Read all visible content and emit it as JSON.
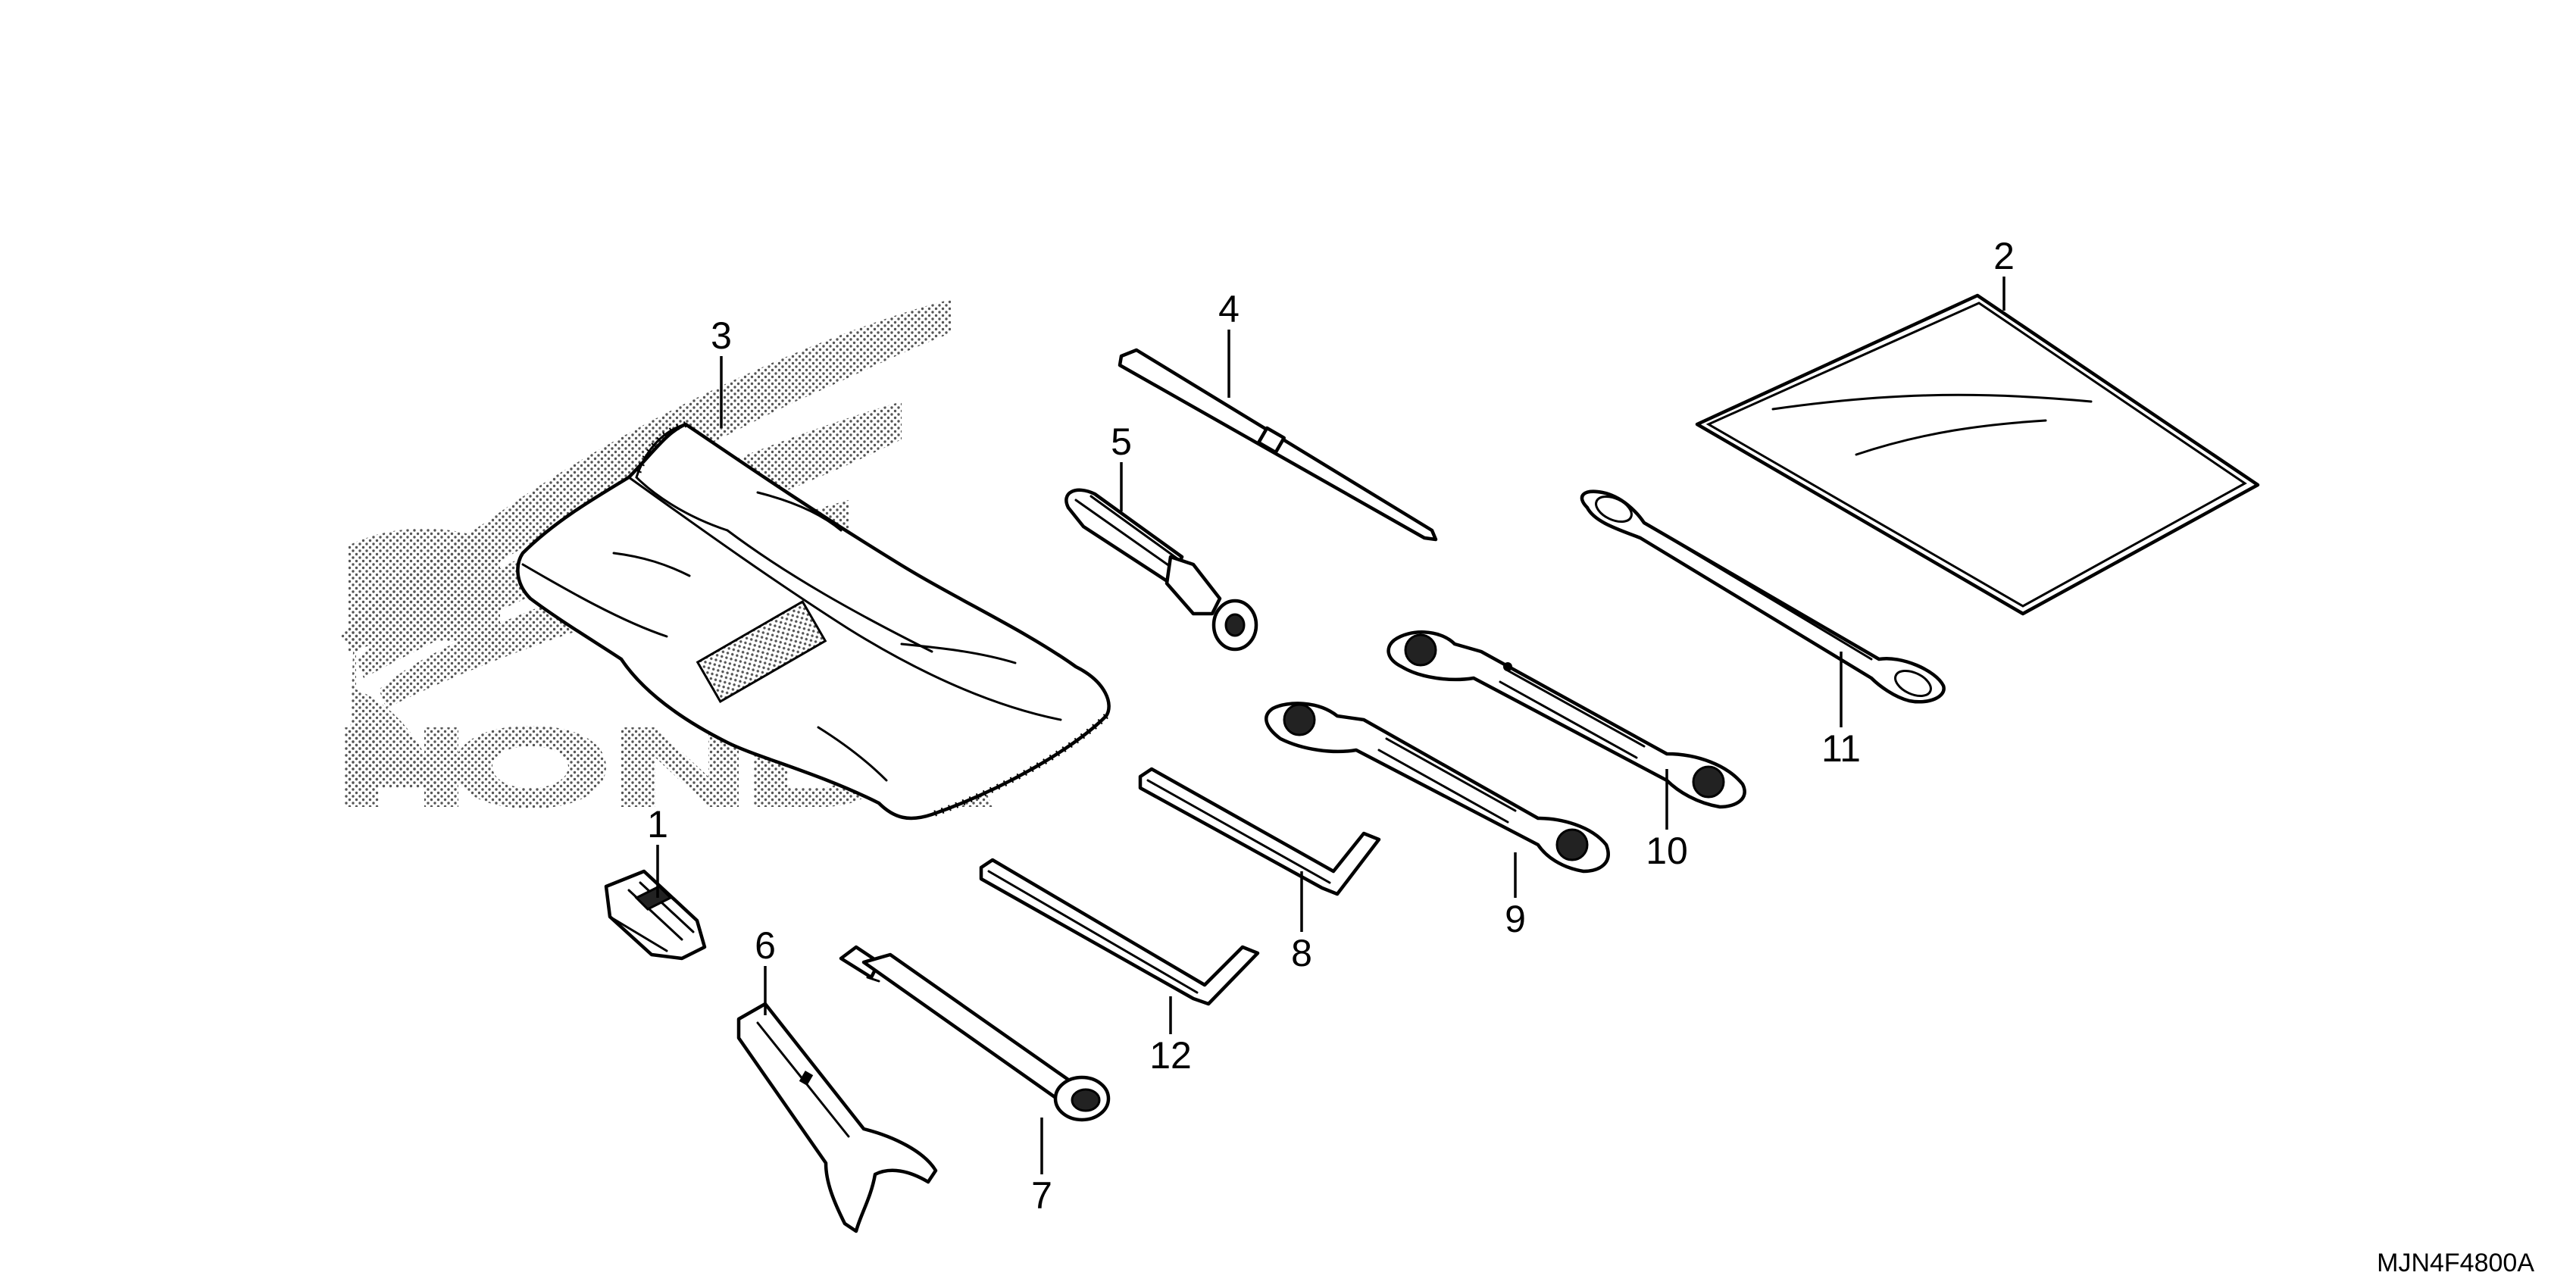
{
  "diagram_code": "MJN4F4800A",
  "callouts": [
    "1",
    "2",
    "3",
    "4",
    "5",
    "6",
    "7",
    "8",
    "9",
    "10",
    "11",
    "12"
  ],
  "watermark": {
    "logo_icon": "honda-wing-logo-icon",
    "logo_text": "HONDA"
  },
  "icons": {
    "1": "tool-clip-icon",
    "2": "tool-bag-plastic-sheet-icon",
    "3": "tool-roll-pouch-icon",
    "4": "screwdriver-icon",
    "5": "screwdriver-handle-icon",
    "6": "pin-spanner-icon",
    "7": "extension-bar-icon",
    "8": "hex-wrench-icon",
    "9": "box-end-wrench-icon",
    "10": "box-end-wrench-icon",
    "11": "grip-handle-icon",
    "12": "hex-wrench-icon"
  }
}
